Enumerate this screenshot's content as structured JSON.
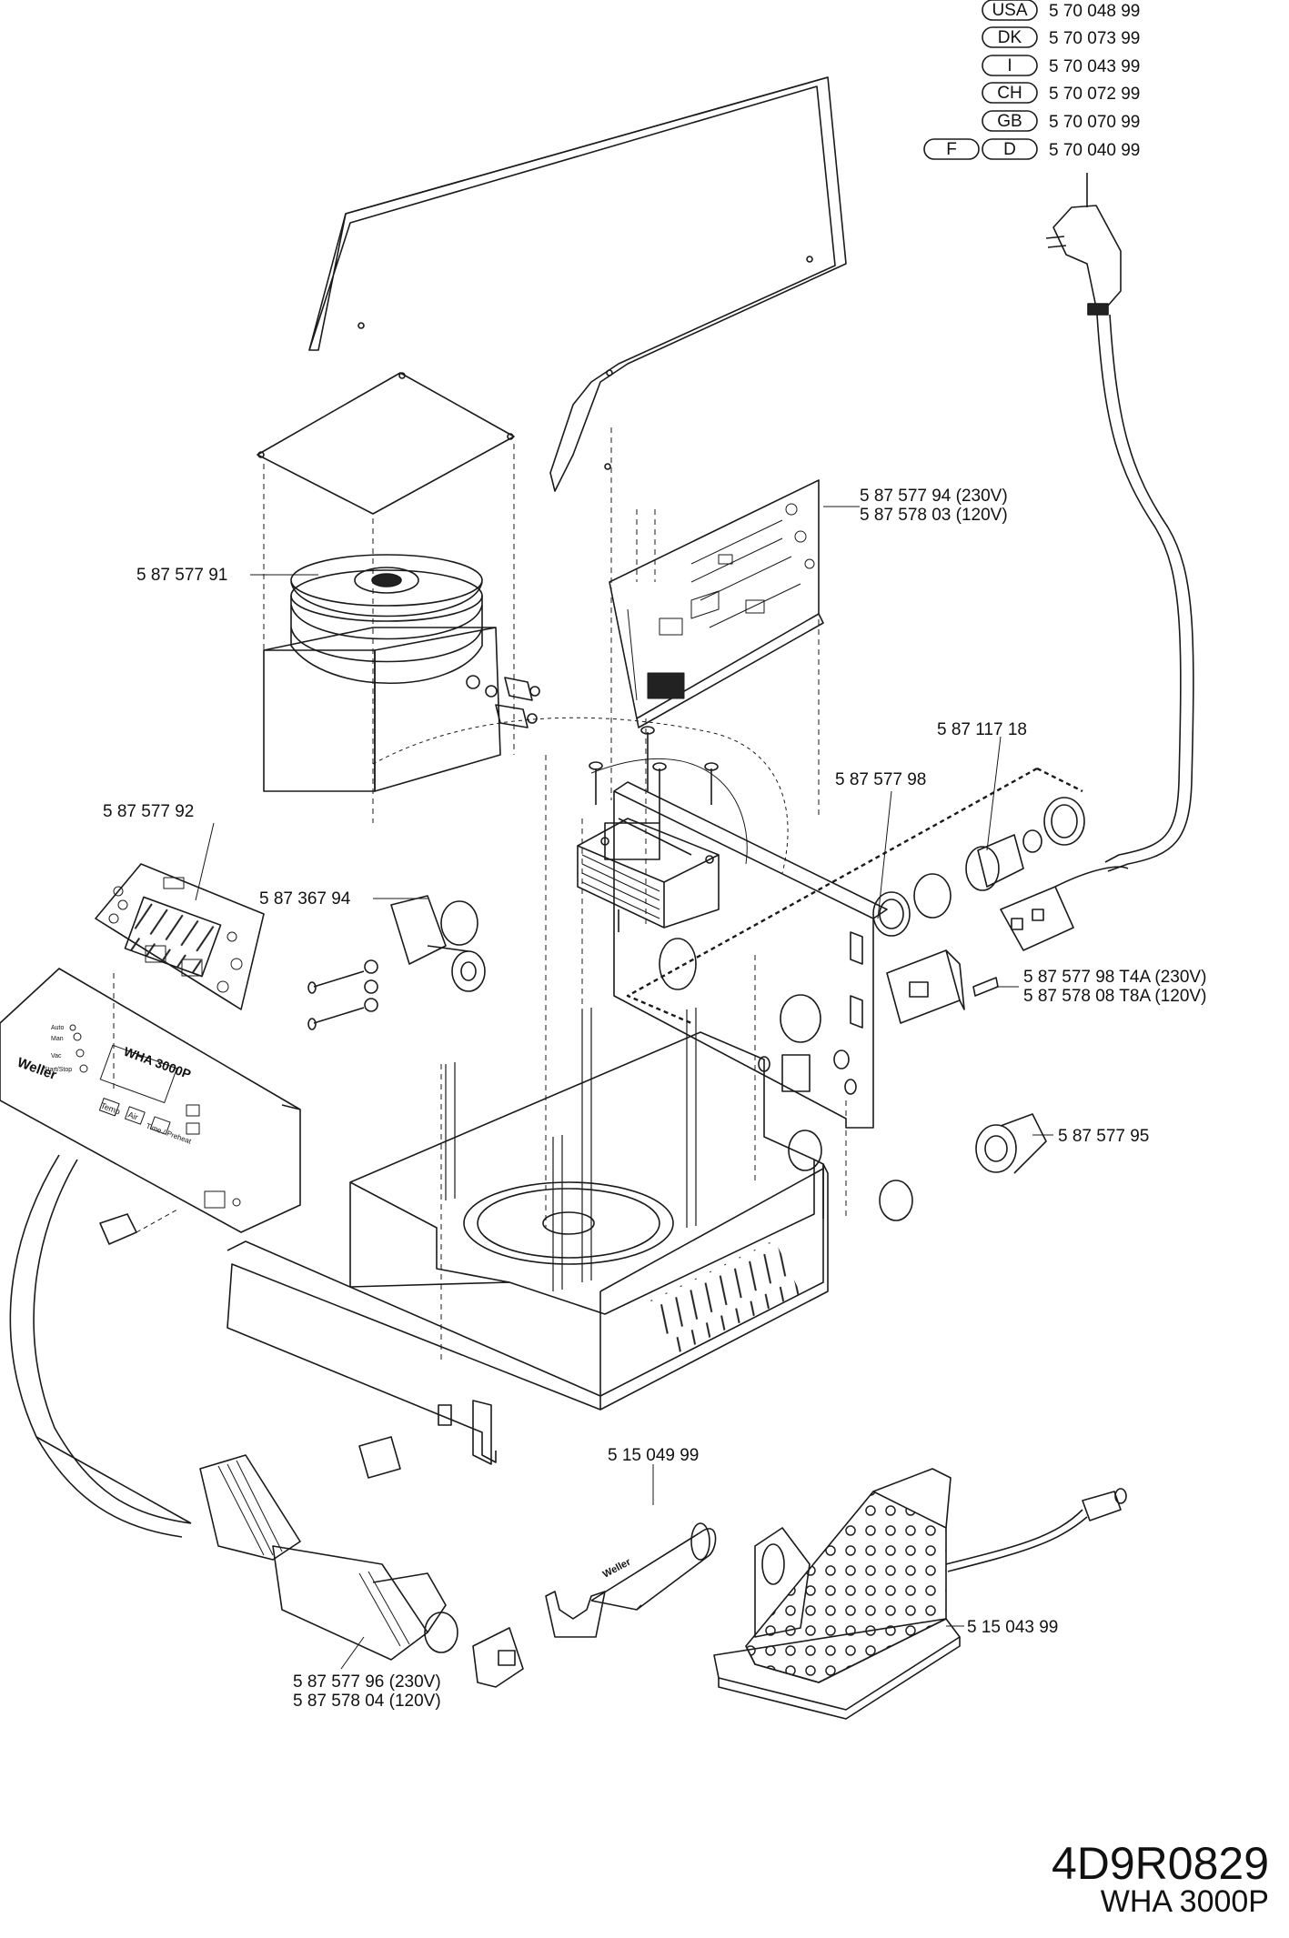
{
  "country_codes": [
    {
      "codes": [
        "USA"
      ],
      "part": "5 70 048 99"
    },
    {
      "codes": [
        "DK"
      ],
      "part": "5 70 073 99"
    },
    {
      "codes": [
        "I"
      ],
      "part": "5 70 043 99"
    },
    {
      "codes": [
        "CH"
      ],
      "part": "5 70 072 99"
    },
    {
      "codes": [
        "GB"
      ],
      "part": "5 70 070 99"
    },
    {
      "codes": [
        "F",
        "D"
      ],
      "part": "5 70 040 99"
    }
  ],
  "callouts": {
    "pcb": [
      "5 87 577 94 (230V)",
      "5 87 578 03 (120V)"
    ],
    "pump": "5 87 577 91",
    "lamp": "5 87 117 18",
    "panel": "5 87 577 98",
    "control_board": "5 87 577 92",
    "valve": "5 87 367 94",
    "fuse": [
      "5 87 577 98 T4A (230V)",
      "5 87 578 08 T8A (120V)"
    ],
    "connector": "5 87 577 95",
    "handpiece_holder": "5 15 049 99",
    "stand": "5 15 043 99",
    "handpiece": [
      "5 87 577 96 (230V)",
      "5 87 578 04 (120V)"
    ]
  },
  "front_panel": {
    "brand": "Weller",
    "model": "WHA 3000P",
    "buttons": [
      "Temp",
      "Air",
      "Time / Preheat"
    ],
    "leds": [
      "Auto",
      "Man",
      "Vac",
      "Start/Stop"
    ]
  },
  "handpiece_brand": "Weller",
  "document": {
    "code": "4D9R0829",
    "model": "WHA 3000P"
  }
}
